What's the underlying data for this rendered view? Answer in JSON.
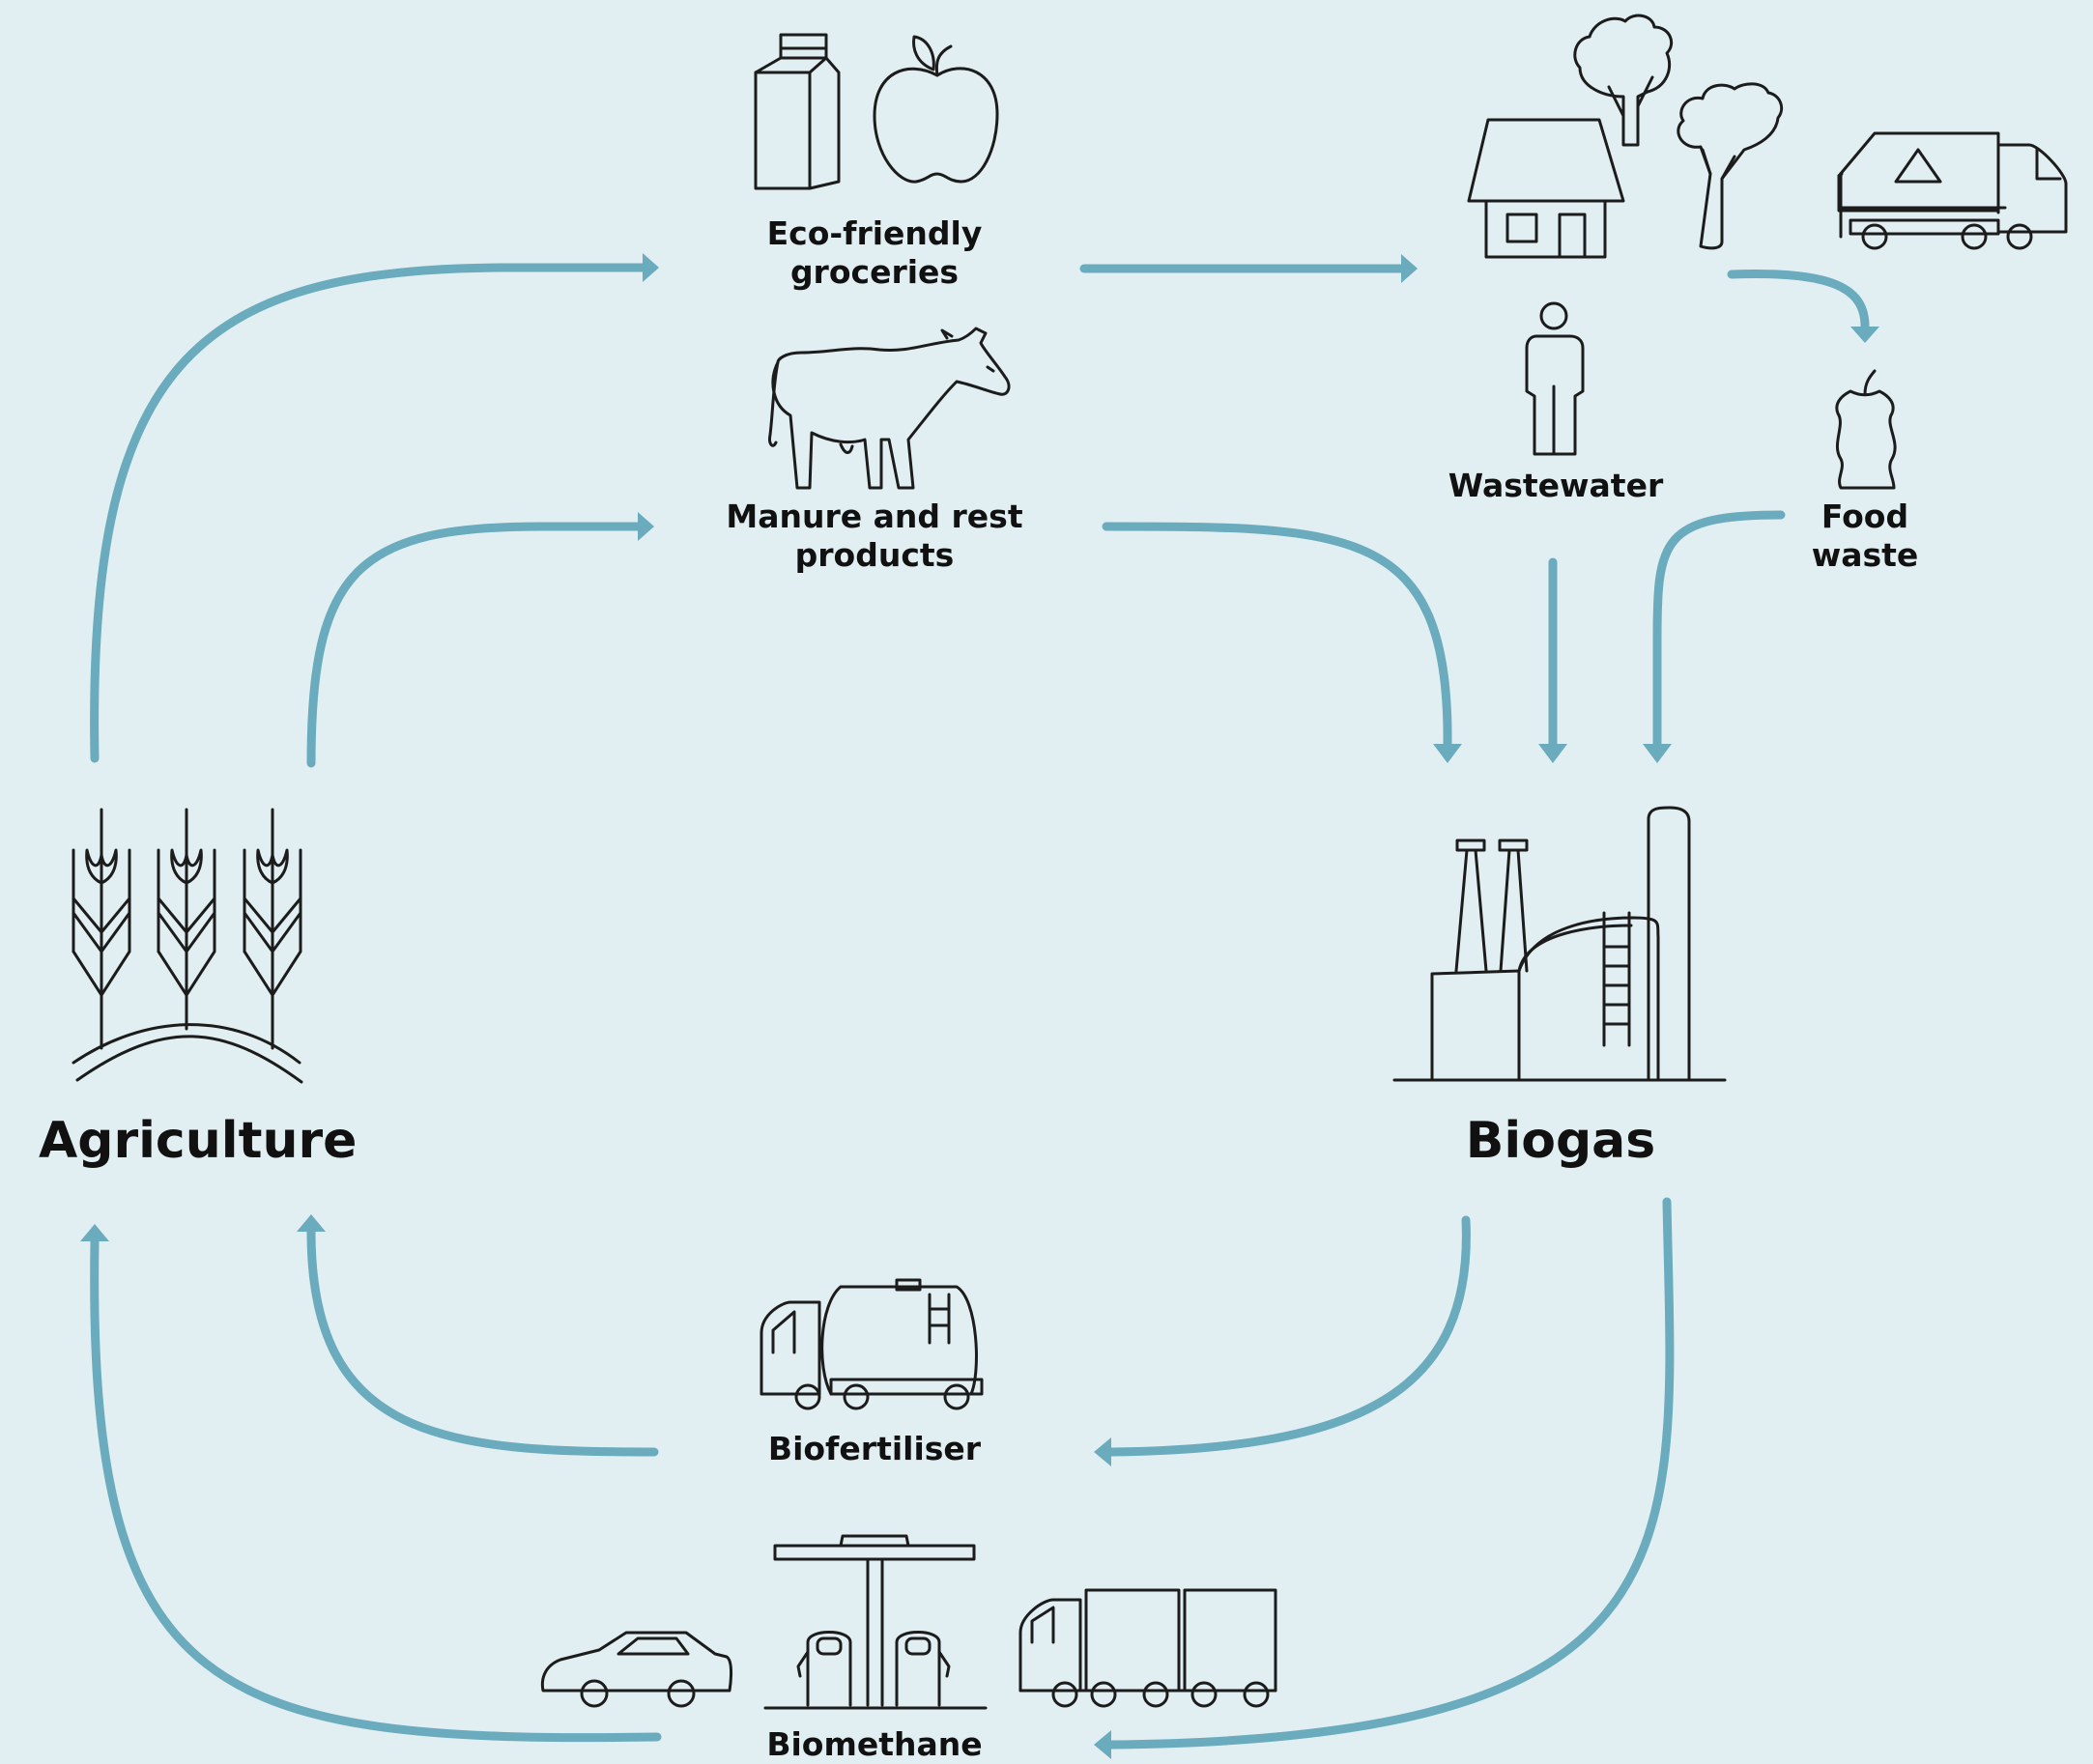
{
  "labels": {
    "agriculture": "Agriculture",
    "biogas": "Biogas",
    "groceries": [
      "Eco-friendly",
      "groceries"
    ],
    "manure": [
      "Manure and rest",
      "products"
    ],
    "wastewater": "Wastewater",
    "food_waste": [
      "Food",
      "waste"
    ],
    "biofertiliser": "Biofertiliser",
    "biomethane": "Biomethane"
  },
  "icons": {
    "agriculture": "wheat-field-icon",
    "biogas": "biogas-plant-icon",
    "groceries": [
      "milk-carton-icon",
      "apple-icon"
    ],
    "manure": "cow-icon",
    "household": [
      "house-icon",
      "tree-icon",
      "garbage-truck-icon",
      "person-icon"
    ],
    "food_waste": "apple-core-icon",
    "biofertiliser": "tanker-truck-icon",
    "biomethane": [
      "car-icon",
      "fuel-station-icon",
      "truck-trailer-icon"
    ]
  },
  "colors": {
    "background": "#e2eff2",
    "arrow": "#6aabbd",
    "text": "#111111"
  }
}
